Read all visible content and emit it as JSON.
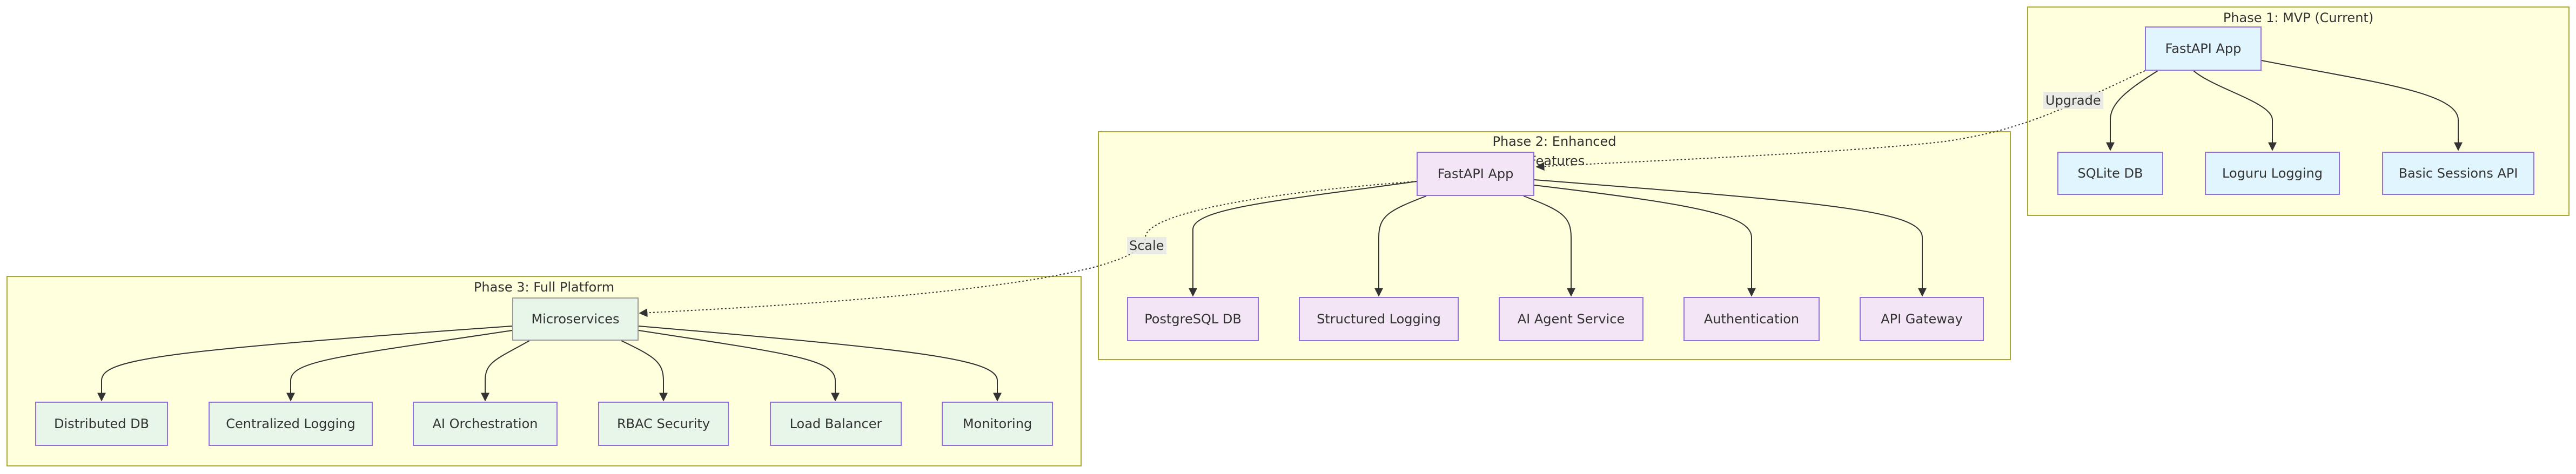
{
  "phase1": {
    "title": "Phase 1: MVP (Current)",
    "app": "FastAPI App",
    "children": [
      "SQLite DB",
      "Loguru Logging",
      "Basic Sessions API"
    ]
  },
  "phase2": {
    "title_line1": "Phase 2: Enhanced",
    "title_line2": "Features",
    "app": "FastAPI App",
    "children": [
      "PostgreSQL DB",
      "Structured Logging",
      "AI Agent Service",
      "Authentication",
      "API Gateway"
    ]
  },
  "phase3": {
    "title": "Phase 3: Full Platform",
    "app": "Microservices",
    "children": [
      "Distributed DB",
      "Centralized Logging",
      "AI Orchestration",
      "RBAC Security",
      "Load Balancer",
      "Monitoring"
    ]
  },
  "links": {
    "upgrade": "Upgrade",
    "scale": "Scale"
  },
  "colors": {
    "cluster_fill": "#ffffde",
    "cluster_border": "#aaaa33",
    "phase1_fill": "#e1f5fe",
    "phase2_fill": "#f3e5f5",
    "phase3_fill": "#e8f5e9",
    "node_border": "#9370db",
    "edge": "#333333"
  }
}
